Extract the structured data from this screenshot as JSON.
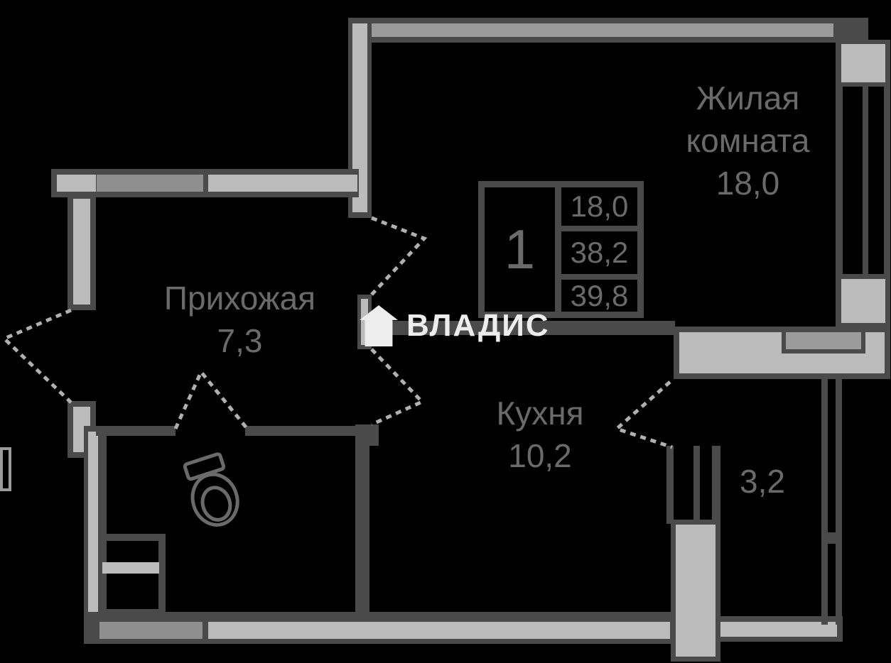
{
  "title": "apartment floor plan",
  "labels": {
    "living_room": {
      "line1": "Жилая",
      "line2": "комната",
      "area": "18,0"
    },
    "hallway": {
      "name": "Прихожая",
      "area": "7,3"
    },
    "kitchen": {
      "name": "Кухня",
      "area": "10,2"
    },
    "balcony": {
      "area": "3,2"
    }
  },
  "stamp": {
    "rooms_count": "1",
    "areas": [
      "18,0",
      "38,2",
      "39,8"
    ]
  },
  "watermark": {
    "brand": "ВЛАДИС"
  },
  "icons": {
    "toilet": "toilet-icon",
    "logo": "house-icon"
  },
  "colors": {
    "background": "#000000",
    "wall_dark": "#4a4a4a",
    "wall_fill_mid": "#9b9b9b",
    "wall_fill_light": "#bcbcbc",
    "wall_fill_dim": "#8f8f8f",
    "door_dash": "#b0b0b0",
    "label_text": "#6a6a6a",
    "watermark_light": "#ededed"
  }
}
